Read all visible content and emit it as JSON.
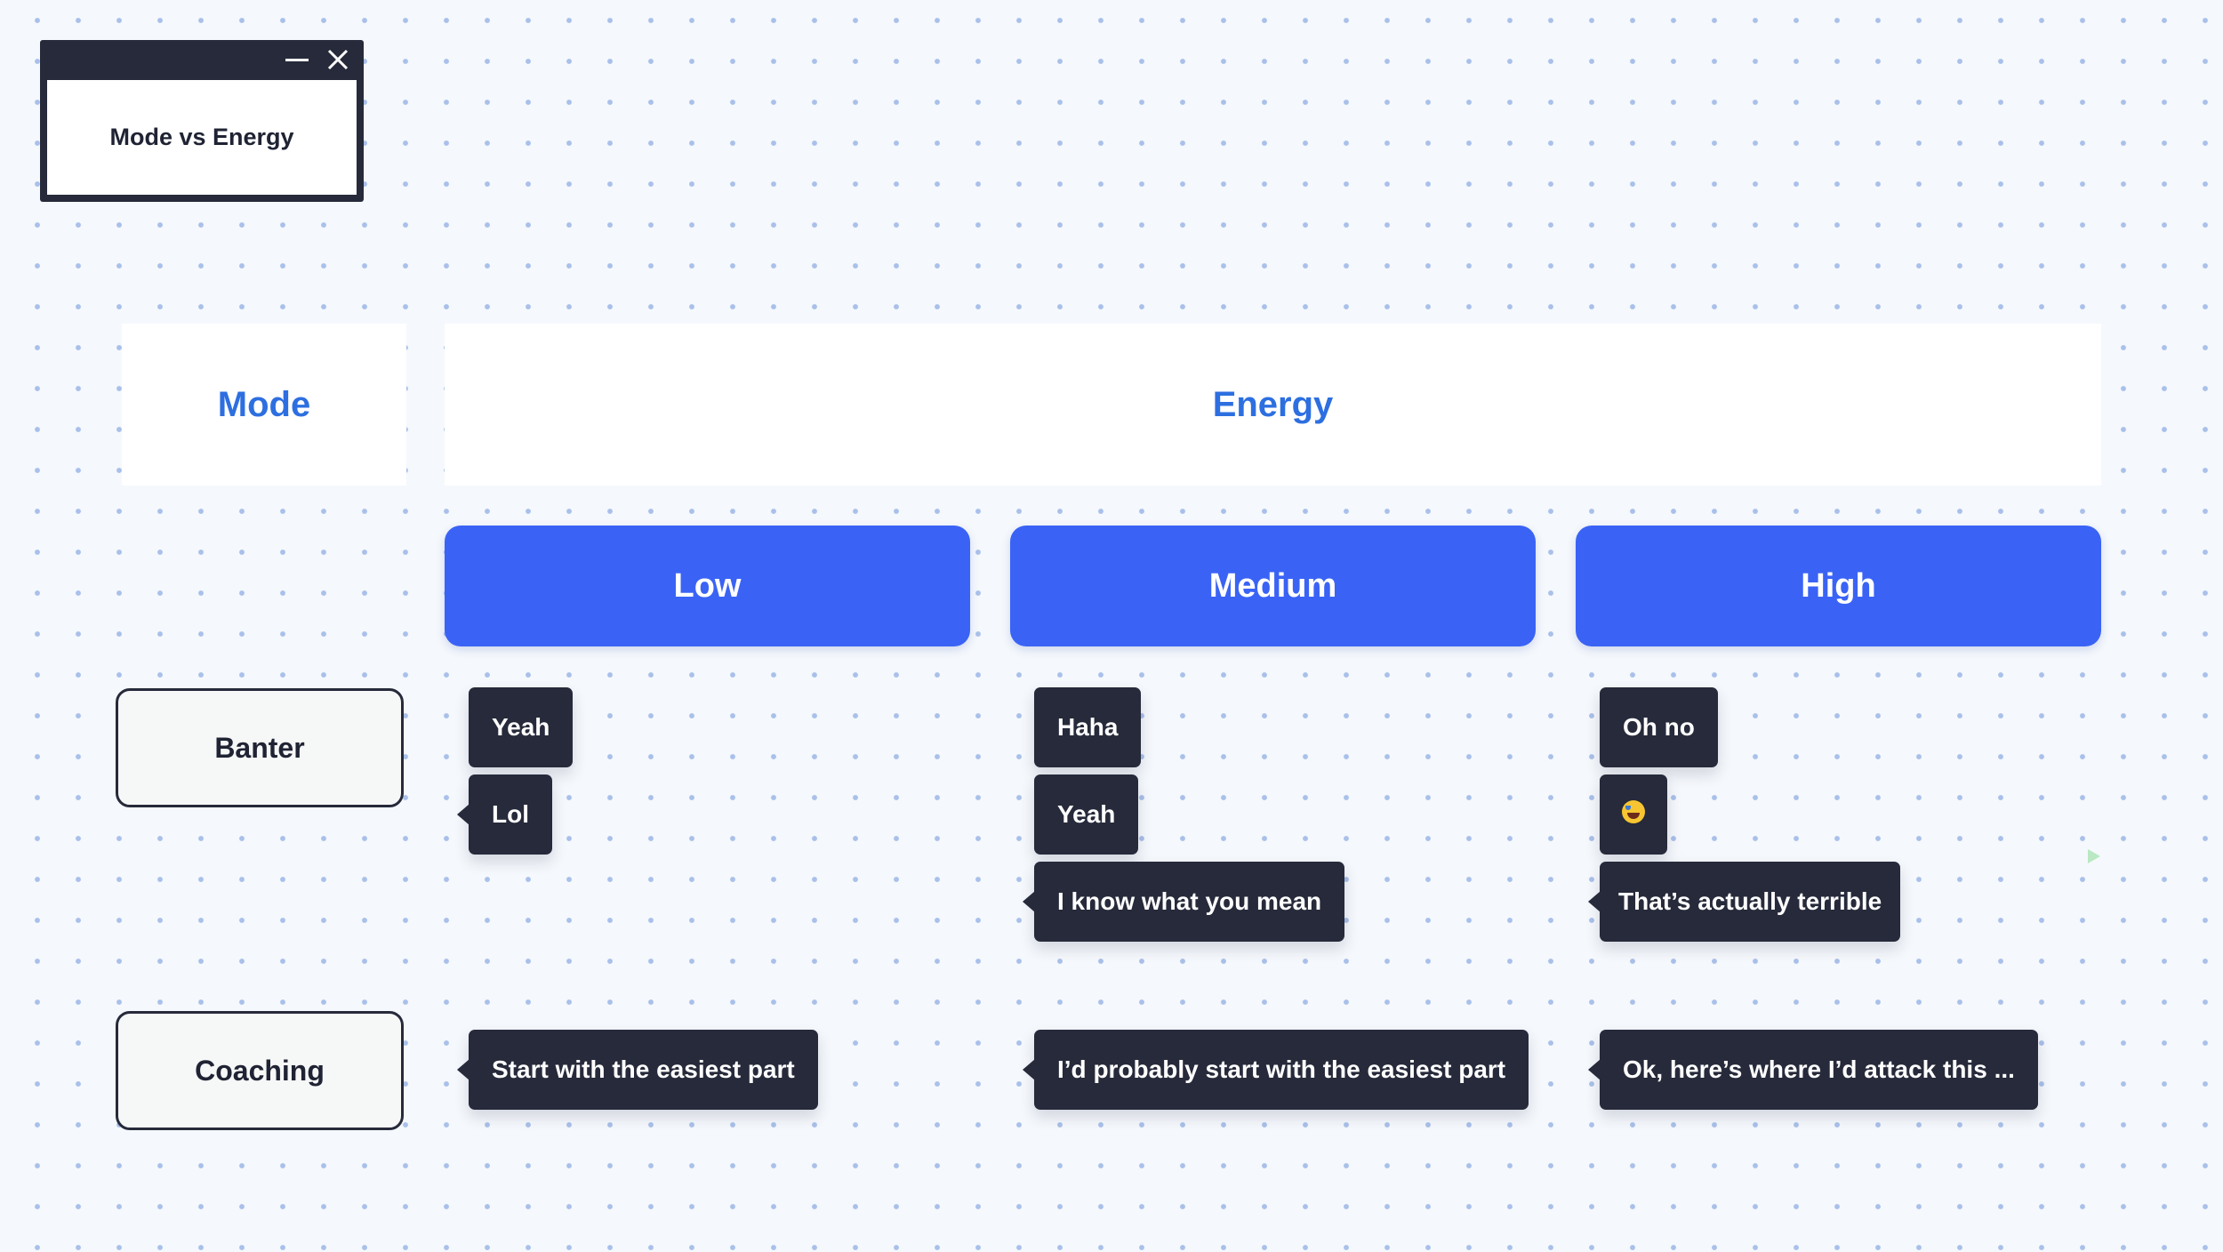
{
  "window": {
    "title": "Mode vs Energy",
    "minimize_icon": "minimize-icon",
    "close_icon": "close-icon"
  },
  "headers": {
    "mode": "Mode",
    "energy": "Energy"
  },
  "levels": [
    "Low",
    "Medium",
    "High"
  ],
  "modes": [
    "Banter",
    "Coaching"
  ],
  "bubbles": {
    "banter": {
      "low": [
        "Yeah",
        "Lol"
      ],
      "medium": [
        "Haha",
        "Yeah",
        "I know what you mean"
      ],
      "high": [
        "Oh no",
        "😂",
        "That’s actually terrible"
      ]
    },
    "coaching": {
      "low": "Start with the easiest part",
      "medium": "I’d probably start with the easiest part",
      "high": "Ok, here’s where I’d attack this ..."
    }
  },
  "colors": {
    "canvas": "#f5f8fc",
    "dot": "#a9c0ea",
    "header_text": "#2d6fe0",
    "level_fill": "#3a63f5",
    "bubble_fill": "#262a3a",
    "label_border": "#262a3a"
  }
}
